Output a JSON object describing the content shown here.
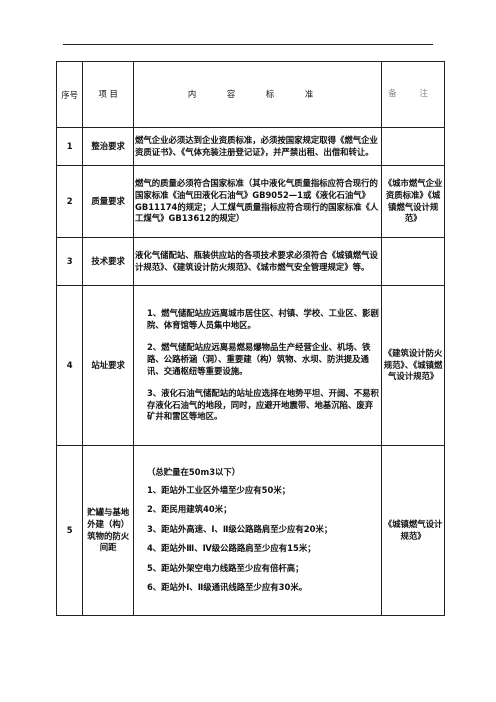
{
  "header": {
    "no": "序号",
    "item": "项 目",
    "content": "内 容 标 准",
    "remarks": "备 注"
  },
  "rows": [
    {
      "no": "1",
      "item": "整治要求",
      "lines": [
        "燃气企业必须达到企业资质标准，必须按国家规定取得《燃气企业资质证书》、《气体充装注册登记证》，并严禁出租、出借和转让。"
      ],
      "remarks": ""
    },
    {
      "no": "2",
      "item": "质量要求",
      "lines": [
        "燃气的质量必须符合国家标准（其中液化气质量指标应符合现行的国家标准《油气田液化石油气》GB9052—1或《液化石油气》GB11174的规定；人工煤气质量指标应符合现行的国家标准《人工煤气》GB13612的规定）"
      ],
      "remarks": "《城市燃气企业资质标准》《城镇燃气设计规范》"
    },
    {
      "no": "3",
      "item": "技术要求",
      "lines": [
        "液化气储配站、瓶装供应站的各项技术要求必须符合《城镇燃气设计规范》、《建筑设计防火规范》、《城市燃气安全管理规定》等。"
      ],
      "remarks": ""
    },
    {
      "no": "4",
      "item": "站址要求",
      "lines": [
        "1、燃气储配站应远离城市居住区、村镇、学校、工业区、影剧院、体育馆等人员集中地区。",
        "2、燃气储配站应远离易燃易爆物品生产经营企业、机场、铁路、公路桥涵（洞）、重要建（构）筑物、水坝、防洪提及通讯、交通枢纽等重要设施。",
        "3、液化石油气储配站的站址应选择在地势平坦、开阔、不易积存液化石油气的地段，同时，应避开地震带、地基沉陷、废弃矿井和雷区等地区。"
      ],
      "remarks": "《建筑设计防火规范》、《城镇燃气设计规范》"
    },
    {
      "no": "5",
      "item": "贮罐与基地外建（构）筑物的防火间距",
      "lines": [
        "（总贮量在50m3以下）",
        "1、距站外工业区外墙至少应有50米；",
        "2、距民用建筑40米；",
        "3、距站外高速、Ⅰ、Ⅱ级公路路肩至少应有20米；",
        "4、距站外Ⅲ、Ⅳ级公路路肩至少应有15米；",
        "5、距站外架空电力线路至少应有倍杆高；",
        "6、距站外Ⅰ、Ⅱ级通讯线路至少应有30米。"
      ],
      "remarks": "《城镇燃气设计规范》"
    }
  ]
}
